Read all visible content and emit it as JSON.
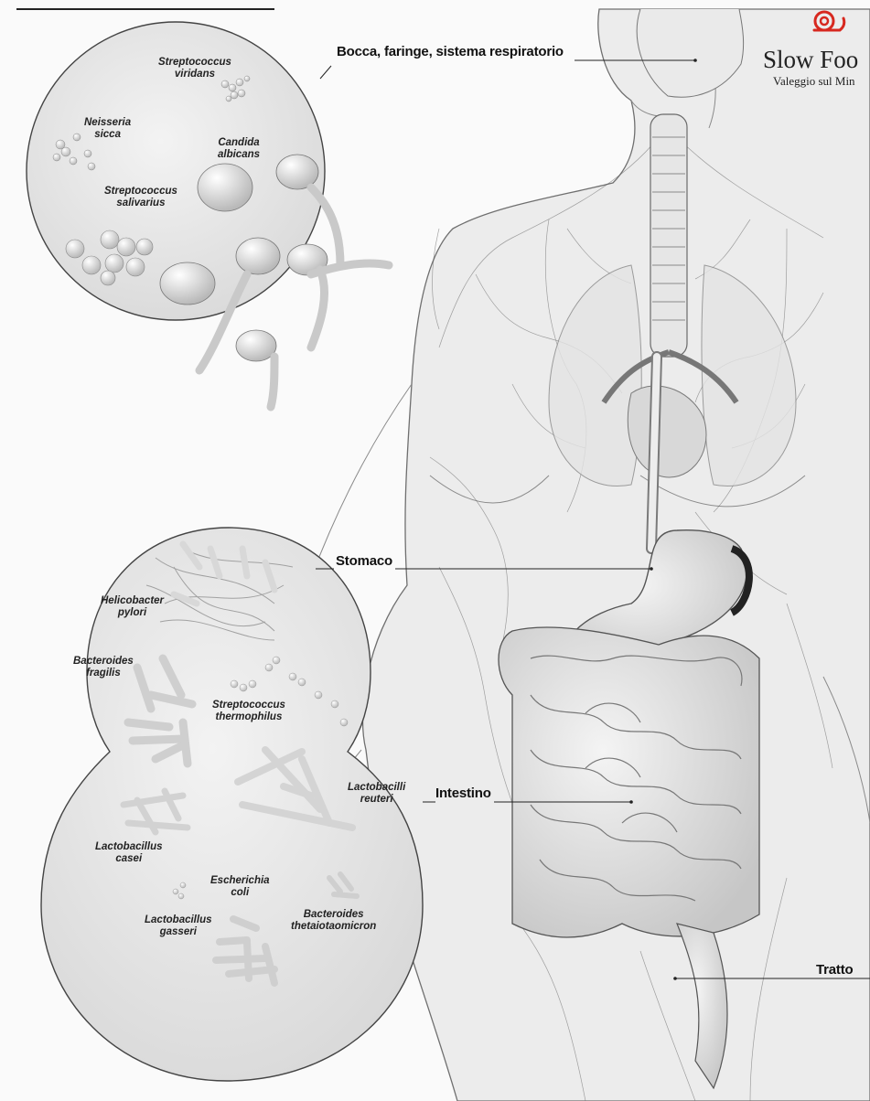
{
  "organs": {
    "mouth": "Bocca, faringe, sistema respiratorio",
    "stomach": "Stomaco",
    "intestine": "Intestino",
    "tract": "Tratto"
  },
  "microbes": {
    "strep_viridans": "Streptococcus\nviridans",
    "neisseria": "Neisseria\nsicca",
    "candida": "Candida\nalbicans",
    "strep_salivarius": "Streptococcus\nsalivarius",
    "helicobacter": "Helicobacter\npylori",
    "bacteroides_fragilis": "Bacteroides\nfragilis",
    "strep_thermophilus": "Streptococcus\nthermophilus",
    "lacto_reuteri": "Lactobacilli\nreuteri",
    "lacto_casei": "Lactobacillus\ncasei",
    "escherichia": "Escherichia\ncoli",
    "lacto_gasseri": "Lactobacillus\ngasseri",
    "bacteroides_theta": "Bacteroides\nthetaiotaomicron"
  },
  "logo": {
    "name": "Slow Foo",
    "location": "Valeggio sul Min",
    "accent_color": "#d7281f"
  },
  "colors": {
    "ink": "#1a1a1a",
    "paper": "#fafafa"
  }
}
